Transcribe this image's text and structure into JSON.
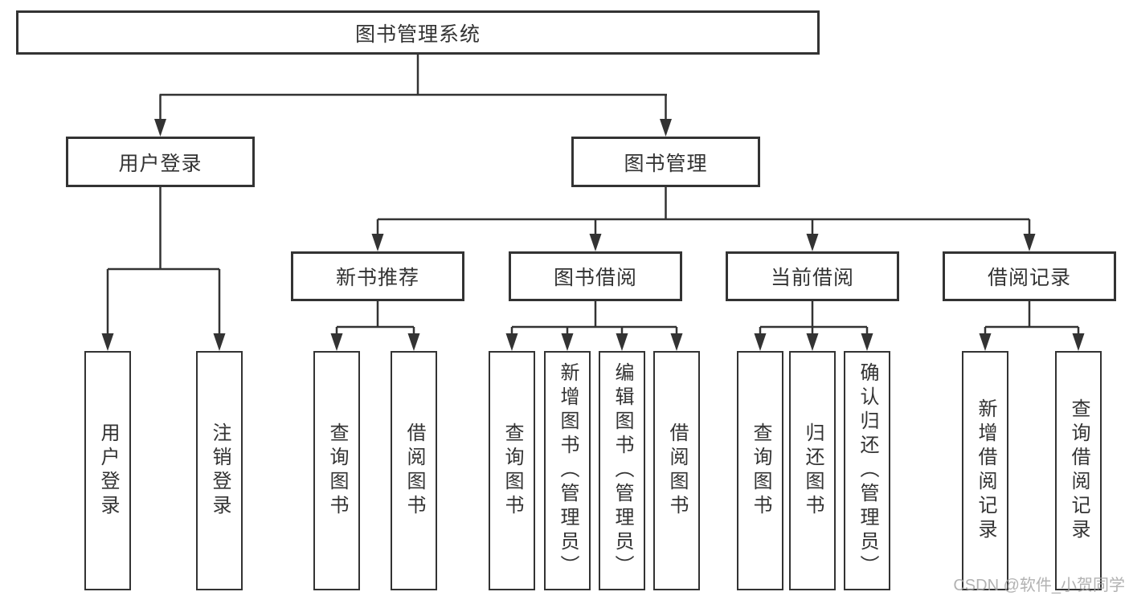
{
  "diagram": {
    "type": "hierarchy-tree",
    "colors": {
      "line": "#333333",
      "box_border": "#333333",
      "text": "#333333",
      "background": "#ffffff",
      "watermark": "#a4a4a4"
    },
    "nodes": {
      "root": {
        "label": "图书管理系统"
      },
      "user_login": {
        "label": "用户登录",
        "children": {
          "login": {
            "label": "用户登录"
          },
          "logout": {
            "label": "注销登录"
          }
        }
      },
      "book_mgmt": {
        "label": "图书管理",
        "children": {
          "new_book_rec": {
            "label": "新书推荐",
            "children": {
              "query_books": {
                "label": "查询图书"
              },
              "borrow_books": {
                "label": "借阅图书"
              }
            }
          },
          "book_borrow": {
            "label": "图书借阅",
            "children": {
              "query_books": {
                "label": "查询图书"
              },
              "add_books": {
                "label": "新增图书（管理员）"
              },
              "edit_books": {
                "label": "编辑图书（管理员）"
              },
              "borrow_books": {
                "label": "借阅图书"
              }
            }
          },
          "current_borrow": {
            "label": "当前借阅",
            "children": {
              "query_books": {
                "label": "查询图书"
              },
              "return_books": {
                "label": "归还图书"
              },
              "confirm_return": {
                "label": "确认归还（管理员）"
              }
            }
          },
          "borrow_records": {
            "label": "借阅记录",
            "children": {
              "add_record": {
                "label": "新增借阅记录"
              },
              "query_record": {
                "label": "查询借阅记录"
              }
            }
          }
        }
      }
    },
    "watermark": {
      "text": "CSDN @软件_小贺同学"
    }
  }
}
